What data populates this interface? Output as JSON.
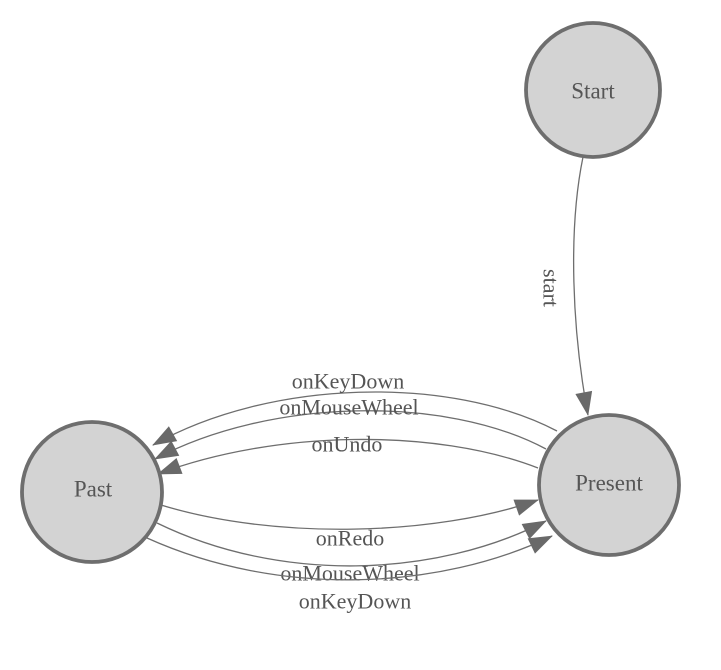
{
  "diagram": {
    "type": "state-machine",
    "background": "#ffffff",
    "colors": {
      "node_fill": "#d3d3d3",
      "node_border": "#6e6e6e",
      "edge_line": "#6e6e6e",
      "arrowhead": "#696969",
      "label_text": "#555555"
    },
    "nodes": [
      {
        "id": "start",
        "label": "Start"
      },
      {
        "id": "present",
        "label": "Present"
      },
      {
        "id": "past",
        "label": "Past"
      }
    ],
    "edges": [
      {
        "label": "start",
        "from": "Start",
        "to": "Present",
        "label_rotation": 90
      },
      {
        "label": "onKeyDown",
        "from": "Present",
        "to": "Past",
        "label_rotation": 0
      },
      {
        "label": "onMouseWheel",
        "from": "Present",
        "to": "Past",
        "label_rotation": 0
      },
      {
        "label": "onUndo",
        "from": "Present",
        "to": "Past",
        "label_rotation": 0
      },
      {
        "label": "onRedo",
        "from": "Past",
        "to": "Present",
        "label_rotation": 0
      },
      {
        "label": "onMouseWheel",
        "from": "Past",
        "to": "Present",
        "label_rotation": 0
      },
      {
        "label": "onKeyDown",
        "from": "Past",
        "to": "Present",
        "label_rotation": 0
      }
    ]
  }
}
